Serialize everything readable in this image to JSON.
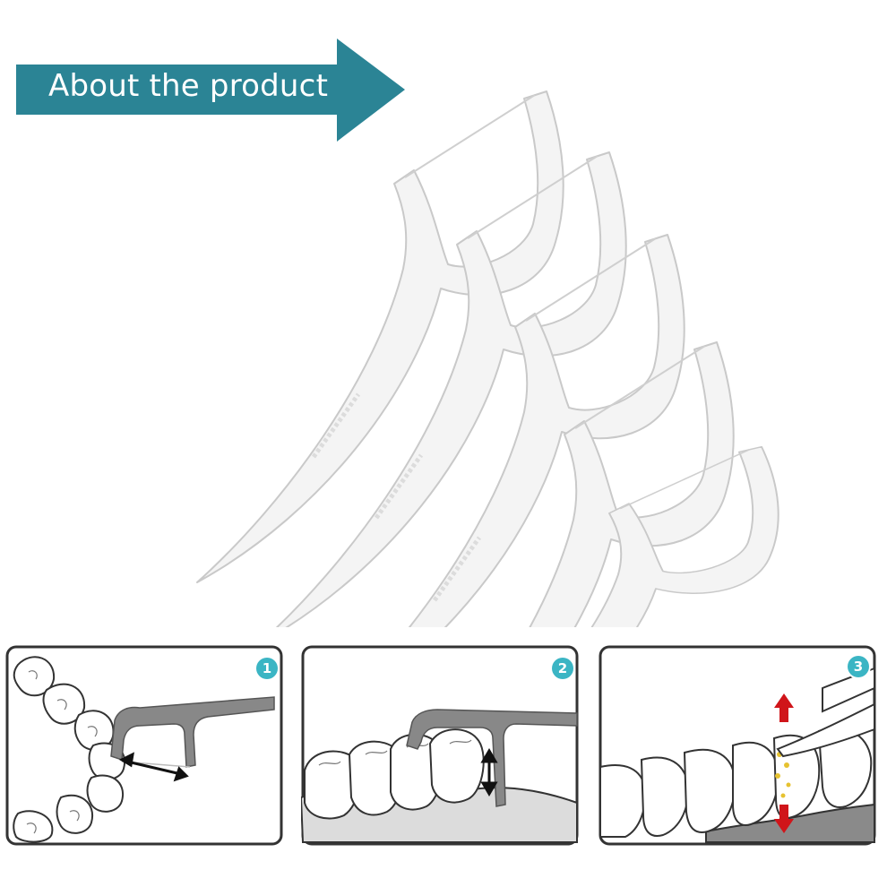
{
  "banner": {
    "title": "About the product",
    "color": "#2b8495"
  },
  "steps": [
    {
      "number": "1",
      "icon": "step-1-floss-between-teeth-illustration"
    },
    {
      "number": "2",
      "icon": "step-2-floss-up-down-illustration"
    },
    {
      "number": "3",
      "icon": "step-3-remove-debris-illustration"
    }
  ],
  "colors": {
    "badge": "#3bb5c4",
    "pick": "#888888",
    "arrow_red": "#d0151a",
    "debris": "#e6c230"
  }
}
